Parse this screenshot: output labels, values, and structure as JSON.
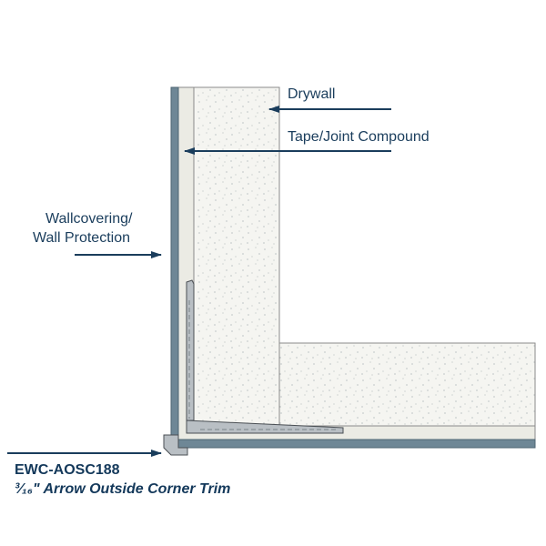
{
  "labels": {
    "drywall": "Drywall",
    "tape_joint": "Tape/Joint Compound",
    "wallcovering_line1": "Wallcovering/",
    "wallcovering_line2": "Wall Protection"
  },
  "product": {
    "code": "EWC-AOSC188",
    "fraction": "³⁄₁₆",
    "description": "\" Arrow Outside Corner Trim"
  },
  "colors": {
    "wallcovering": "#6e8796",
    "compound": "#ebebe4",
    "drywall": "#f5f5f1",
    "trim": "#b9bfc4",
    "arrow": "#1a3d5c"
  }
}
